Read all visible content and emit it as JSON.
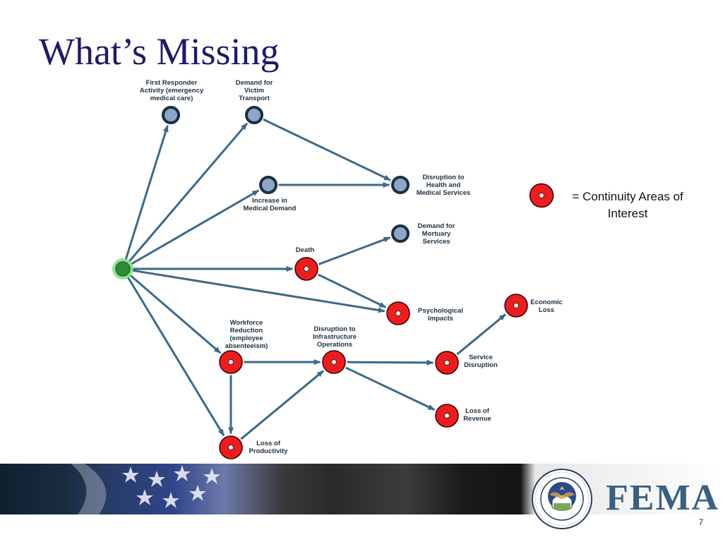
{
  "title": "What’s Missing",
  "legend": {
    "text": "= Continuity Areas of\nInterest"
  },
  "colors": {
    "title": "#1f1a6b",
    "arrow": "#3b6a88",
    "red_node_fill": "#ee1c1c",
    "red_node_ring": "#3a0000",
    "blue_node_fill": "#8ca6c9",
    "blue_node_ring": "#1c2e40",
    "source_node": "#2e8b3e",
    "fema_text": "#3a5f82"
  },
  "diagram": {
    "nodes": [
      {
        "id": "source",
        "name": "source-node",
        "type": "source",
        "label": ""
      },
      {
        "id": "first_responder",
        "name": "node-first-responder-activity",
        "type": "blue",
        "label": "First Responder\nActivity (emergency\nmedical care)"
      },
      {
        "id": "victim_transport",
        "name": "node-demand-for-victim-transport",
        "type": "blue",
        "label": "Demand for\nVictim\nTransport"
      },
      {
        "id": "disruption_health",
        "name": "node-disruption-health-medical",
        "type": "blue",
        "label": "Disruption to\nHealth and\nMedical Services"
      },
      {
        "id": "increase_medical",
        "name": "node-increase-in-medical-demand",
        "type": "blue",
        "label": "Increase in\nMedical Demand"
      },
      {
        "id": "mortuary",
        "name": "node-demand-for-mortuary-services",
        "type": "blue",
        "label": "Demand for\nMortuary\nServices"
      },
      {
        "id": "death",
        "name": "node-death",
        "type": "red",
        "label": "Death"
      },
      {
        "id": "psych",
        "name": "node-psychological-impacts",
        "type": "red",
        "label": "Psychological\nImpacts"
      },
      {
        "id": "economic",
        "name": "node-economic-loss",
        "type": "red",
        "label": "Economic\nLoss"
      },
      {
        "id": "workforce",
        "name": "node-workforce-reduction",
        "type": "red",
        "label": "Workforce\nReduction\n(employee\nabsenteeism)"
      },
      {
        "id": "infrastructure",
        "name": "node-disruption-infrastructure-operations",
        "type": "red",
        "label": "Disruption to\nInfrastructure\nOperations"
      },
      {
        "id": "service",
        "name": "node-service-disruption",
        "type": "red",
        "label": "Service\nDisruption"
      },
      {
        "id": "revenue",
        "name": "node-loss-of-revenue",
        "type": "red",
        "label": "Loss of\nRevenue"
      },
      {
        "id": "productivity",
        "name": "node-loss-of-productivity",
        "type": "red",
        "label": "Loss of\nProductivity"
      }
    ],
    "edges": [
      {
        "from": "source",
        "to": "first_responder"
      },
      {
        "from": "source",
        "to": "victim_transport"
      },
      {
        "from": "source",
        "to": "increase_medical"
      },
      {
        "from": "source",
        "to": "death"
      },
      {
        "from": "source",
        "to": "psych"
      },
      {
        "from": "source",
        "to": "workforce"
      },
      {
        "from": "source",
        "to": "productivity"
      },
      {
        "from": "victim_transport",
        "to": "disruption_health"
      },
      {
        "from": "increase_medical",
        "to": "disruption_health"
      },
      {
        "from": "death",
        "to": "mortuary"
      },
      {
        "from": "death",
        "to": "psych"
      },
      {
        "from": "workforce",
        "to": "infrastructure"
      },
      {
        "from": "workforce",
        "to": "productivity"
      },
      {
        "from": "productivity",
        "to": "infrastructure"
      },
      {
        "from": "infrastructure",
        "to": "service"
      },
      {
        "from": "infrastructure",
        "to": "revenue"
      },
      {
        "from": "service",
        "to": "economic"
      }
    ]
  },
  "footer": {
    "brand": "FEMA",
    "seal_text": "U.S. DEPARTMENT OF HOMELAND SECURITY",
    "page_number": "7"
  }
}
